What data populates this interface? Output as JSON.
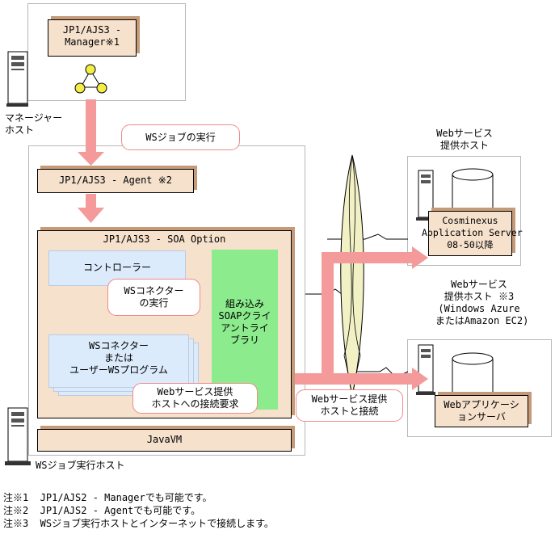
{
  "manager_box": {
    "title": "JP1/AJS3 -\nManager※1"
  },
  "manager_host_label": "マネージャー\nホスト",
  "ws_job_exec_bubble": "WSジョブの実行",
  "agent_box": "JP1/AJS3 - Agent ※2",
  "soa_option_box": "JP1/AJS3 - SOA Option",
  "controller_box": "コントローラー",
  "ws_connector_exec_bubble": "WSコネクター\nの実行",
  "ws_connector_box": "WSコネクター\nまたは\nユーザーWSプログラム",
  "soap_library_box": "組み込み\nSOAPクライ\nアントライ\nブラリ",
  "connect_request_bubble": "Webサービス提供\nホストへの接続要求",
  "connect_host_bubble": "Webサービス提供\nホストと接続",
  "javavm_box": "JavaVM",
  "job_exec_host_label": "WSジョブ実行ホスト",
  "web_host_1_label": "Webサービス\n提供ホスト",
  "cosminexus_box": "Cosminexus\nApplication Server\n08-50以降",
  "web_host_3_label": "Webサービス\n提供ホスト ※3\n(Windows Azure\n またはAmazon EC2)",
  "web_app_server_box": "Webアプリケーシ\nョンサーバ",
  "notes": [
    "注※1  JP1/AJS2 - Managerでも可能です。",
    "注※2  JP1/AJS2 - Agentでも可能です。",
    "注※3  WSジョブ実行ホストとインターネットで接続します。"
  ],
  "colors": {
    "arrow": "#f49a9a",
    "raised_box": "#f6e1cd",
    "raised_shadow": "#c59a78",
    "controller": "#dcebfb",
    "soap": "#8ceb8c",
    "cloud": "#f2f1c6"
  }
}
